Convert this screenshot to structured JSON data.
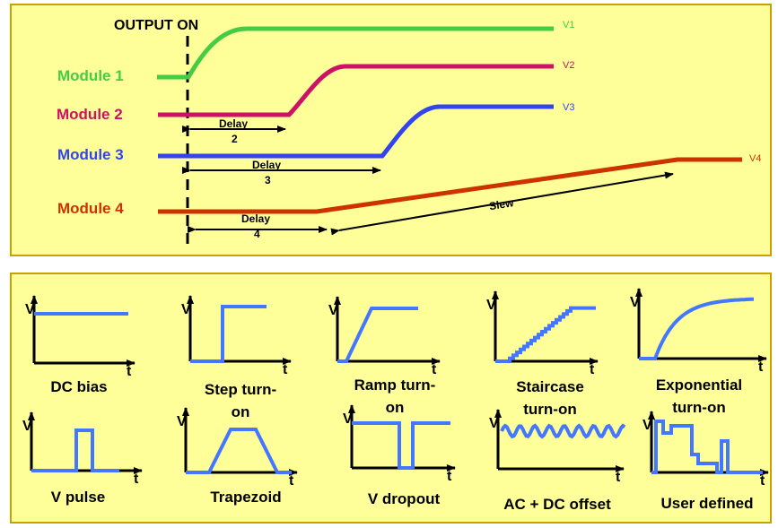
{
  "colors": {
    "panel_bg": "#ffff99",
    "panel_border": "#c8a000",
    "module1": "#44cc44",
    "module2": "#cc1166",
    "module3": "#3344ee",
    "module4": "#cc3300",
    "waveform": "#4477ff"
  },
  "top": {
    "output_on": "OUTPUT ON",
    "modules": [
      {
        "label": "Module 1",
        "v": "V1"
      },
      {
        "label": "Module 2",
        "v": "V2"
      },
      {
        "label": "Module 3",
        "v": "V3"
      },
      {
        "label": "Module 4",
        "v": "V4"
      }
    ],
    "delays": [
      {
        "line1": "Delay",
        "line2": "2"
      },
      {
        "line1": "Delay",
        "line2": "3"
      },
      {
        "line1": "Delay",
        "line2": "4"
      }
    ],
    "slew": "Slew"
  },
  "bottom": {
    "axis_v": "V",
    "axis_t": "t",
    "waveforms": [
      {
        "caption": [
          "DC bias"
        ]
      },
      {
        "caption": [
          "Step turn-",
          "on"
        ]
      },
      {
        "caption": [
          "Ramp turn-",
          "on"
        ]
      },
      {
        "caption": [
          "Staircase",
          "turn-on"
        ]
      },
      {
        "caption": [
          "Exponential",
          "turn-on"
        ]
      },
      {
        "caption": [
          "V pulse"
        ]
      },
      {
        "caption": [
          "Trapezoid"
        ]
      },
      {
        "caption": [
          "V dropout"
        ]
      },
      {
        "caption": [
          "AC + DC offset"
        ]
      },
      {
        "caption": [
          "User defined"
        ]
      }
    ]
  }
}
